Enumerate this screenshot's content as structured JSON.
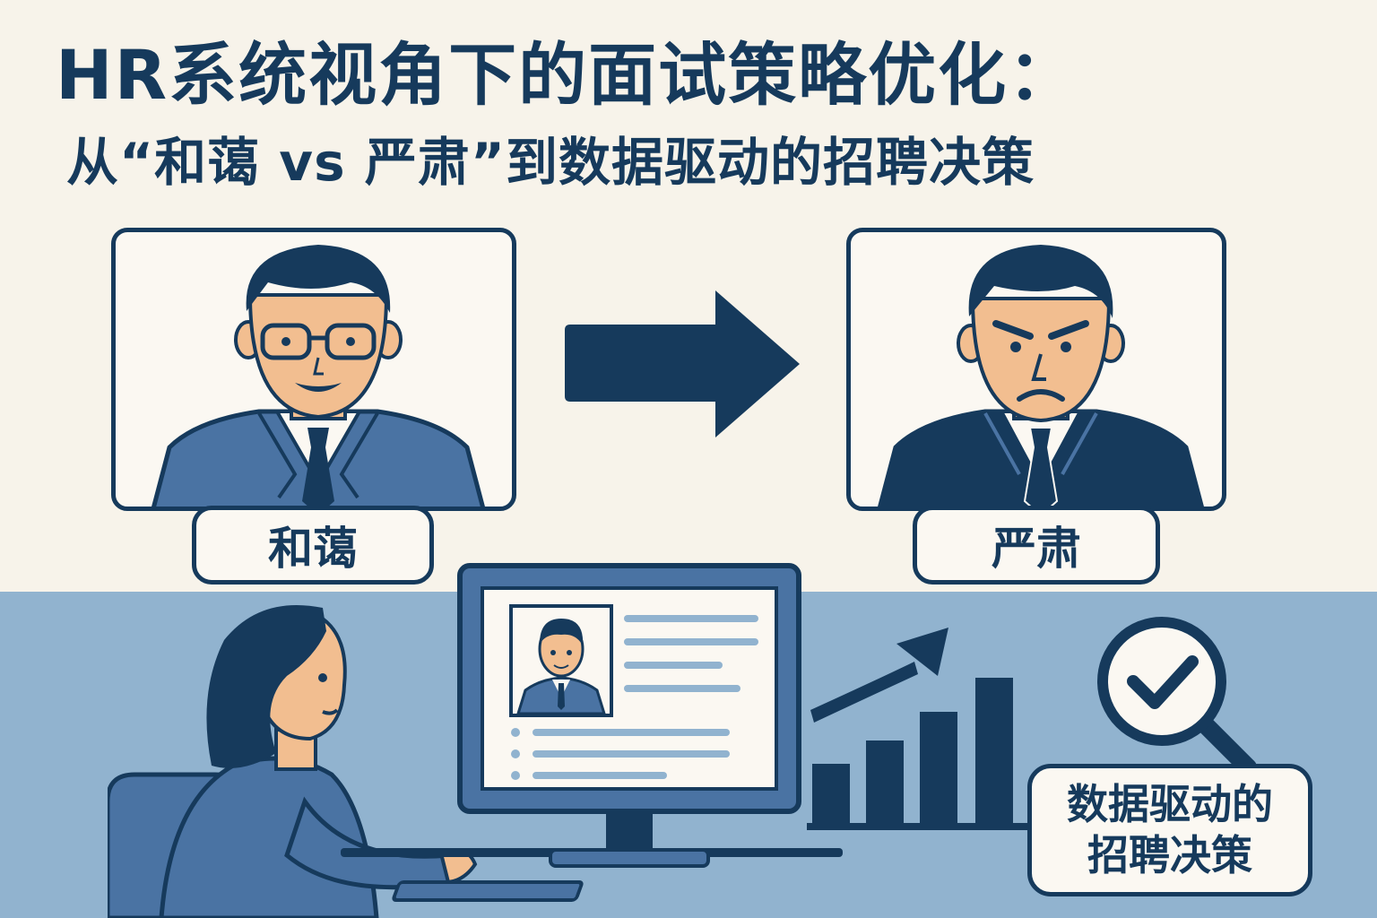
{
  "title": "HR系统视角下的面试策略优化：",
  "subtitle": "从“和蔼 vs 严肃”到数据驱动的招聘决策",
  "left_card": {
    "label": "和蔼"
  },
  "right_card": {
    "label": "严肃"
  },
  "badge": {
    "line1": "数据驱动的",
    "line2": "招聘决策"
  },
  "icons": [
    "right-arrow-icon",
    "trend-arrow-icon",
    "bar-chart-icon",
    "magnifier-check-icon"
  ],
  "colors": {
    "navy": "#163a5c",
    "medium_blue": "#4a73a3",
    "light_blue_band": "#91b3cf",
    "cream": "#f7f3ea",
    "skin": "#f2be90"
  }
}
